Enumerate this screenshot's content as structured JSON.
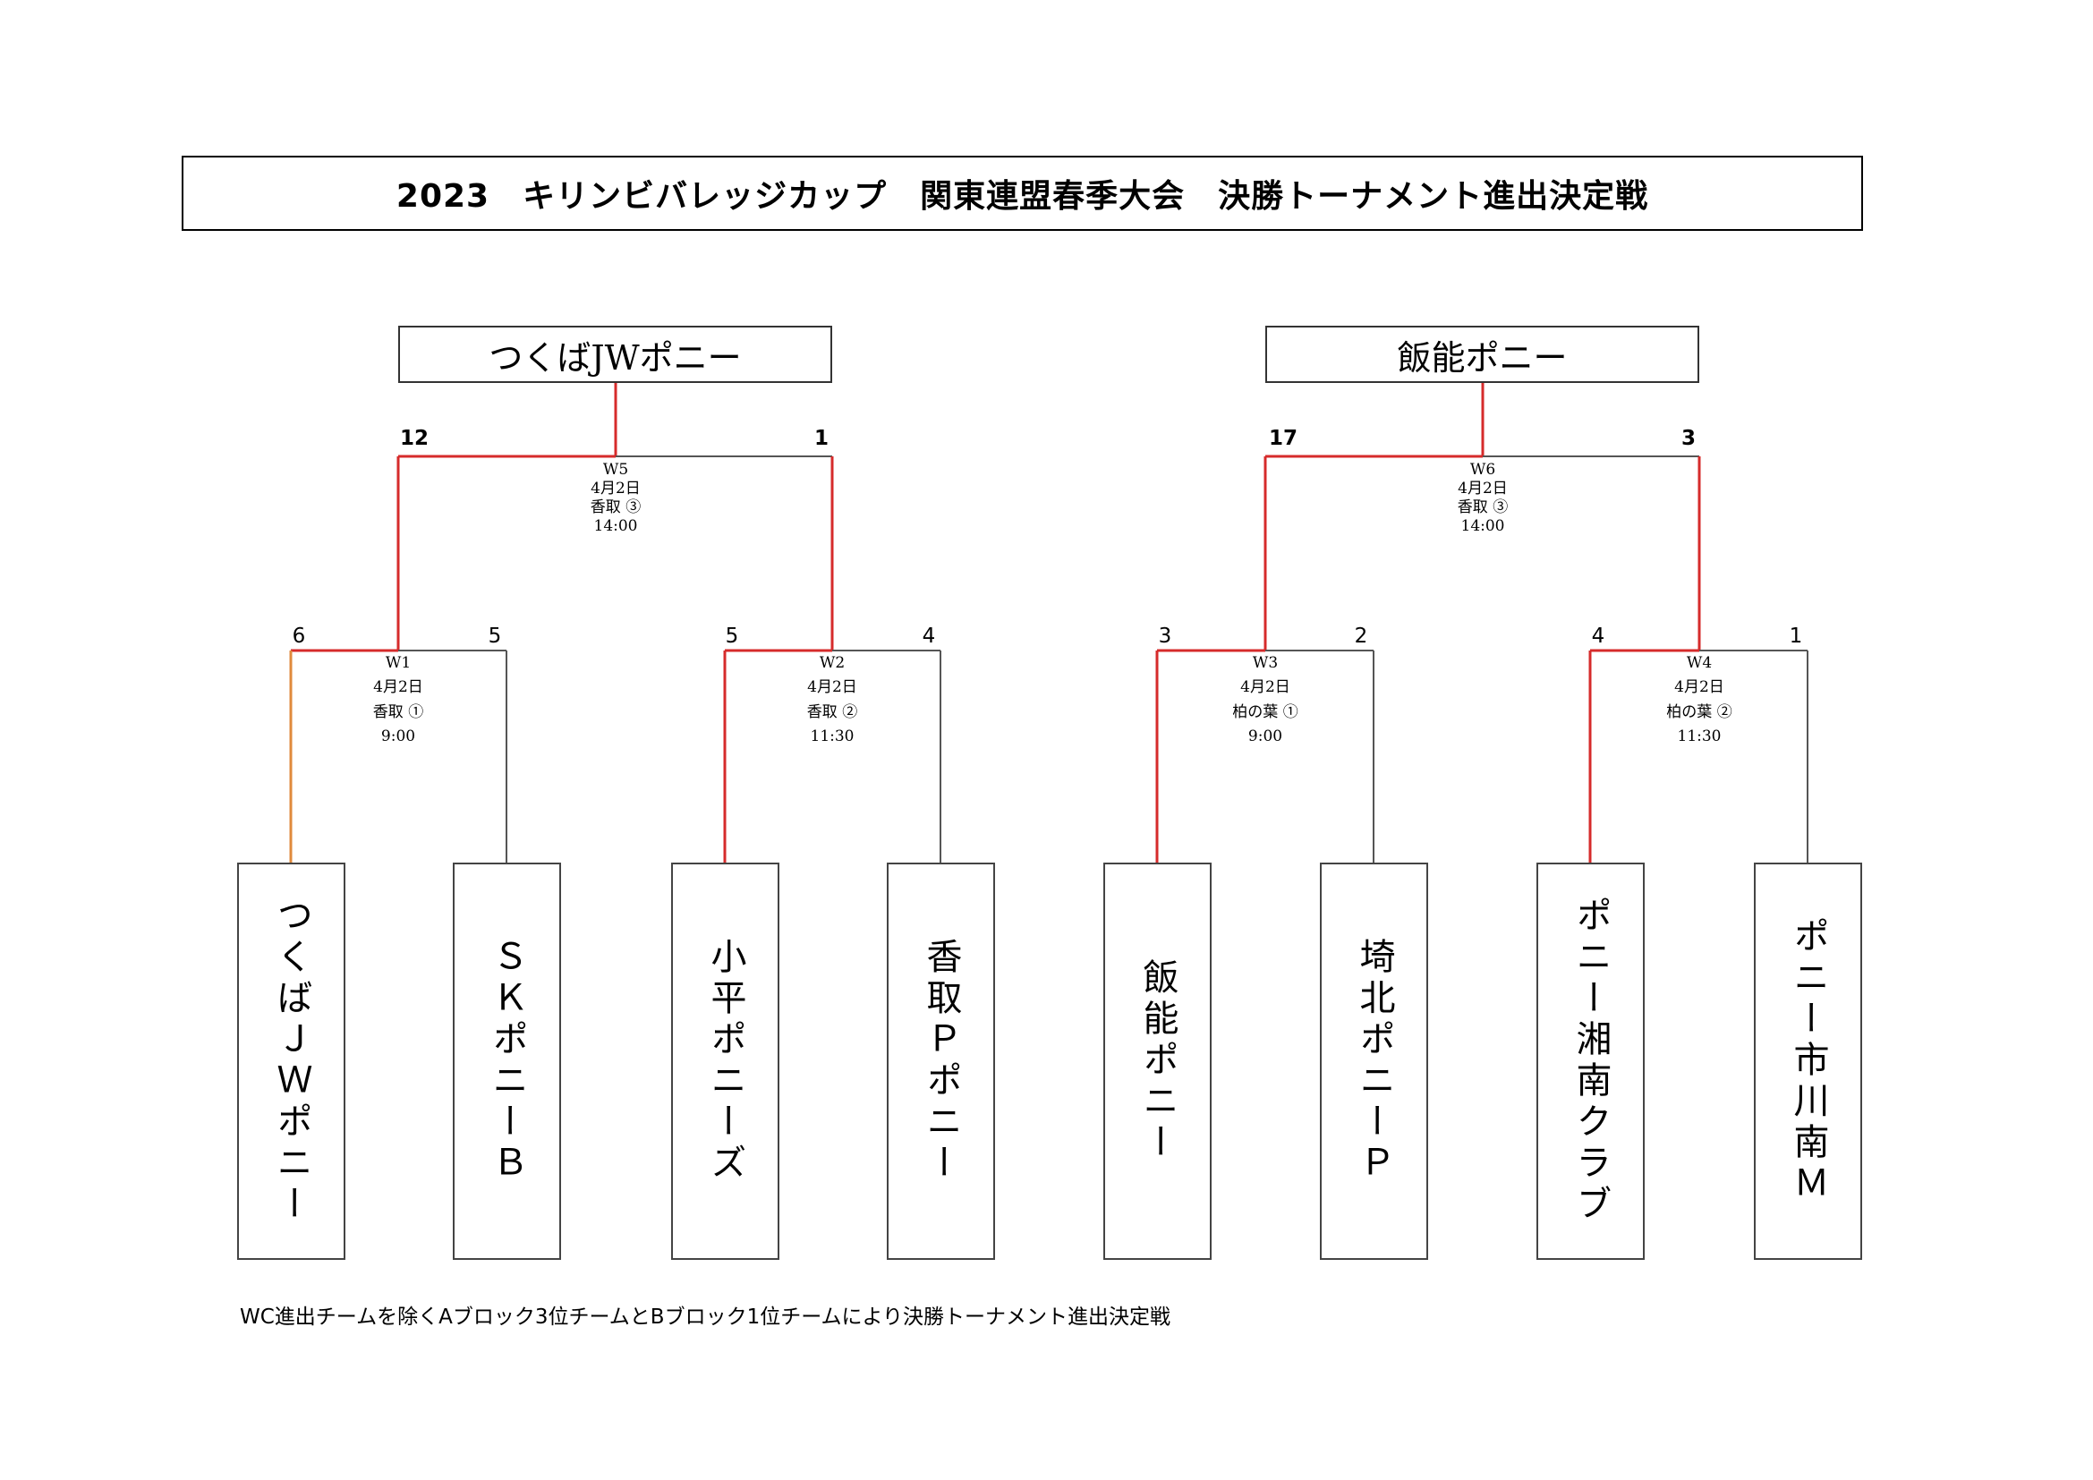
{
  "title": "2023　キリンビバレッジカップ　関東連盟春季大会　決勝トーナメント進出決定戦",
  "colors": {
    "winner_line": "#d62b2b",
    "orange_line": "#e08a3c",
    "line": "#555555"
  },
  "winners": [
    {
      "name": "つくばJWポニー"
    },
    {
      "name": "飯能ポニー"
    }
  ],
  "finals": [
    {
      "id": "W5",
      "date": "4月2日",
      "venue": "香取 ③",
      "time": "14:00",
      "score_left": "12",
      "score_right": "1"
    },
    {
      "id": "W6",
      "date": "4月2日",
      "venue": "香取 ③",
      "time": "14:00",
      "score_left": "17",
      "score_right": "3"
    }
  ],
  "matches": [
    {
      "id": "W1",
      "date": "4月2日",
      "venue": "香取 ①",
      "time": "9:00",
      "score_left": "6",
      "score_right": "5"
    },
    {
      "id": "W2",
      "date": "4月2日",
      "venue": "香取 ②",
      "time": "11:30",
      "score_left": "5",
      "score_right": "4"
    },
    {
      "id": "W3",
      "date": "4月2日",
      "venue": "柏の葉 ①",
      "time": "9:00",
      "score_left": "3",
      "score_right": "2"
    },
    {
      "id": "W4",
      "date": "4月2日",
      "venue": "柏の葉 ②",
      "time": "11:30",
      "score_left": "4",
      "score_right": "1"
    }
  ],
  "teams": [
    {
      "name": "つくばＪＷポニー"
    },
    {
      "name": "ＳＫポニーＢ"
    },
    {
      "name": "小平ポニーズ"
    },
    {
      "name": "香取Ｐポニー"
    },
    {
      "name": "飯能ポニー"
    },
    {
      "name": "埼北ポニーＰ"
    },
    {
      "name": "ポニー湘南クラブ"
    },
    {
      "name": "ポニー市川南Ｍ"
    }
  ],
  "footnote": "WC進出チームを除くAブロック3位チームとBブロック1位チームにより決勝トーナメント進出決定戦"
}
